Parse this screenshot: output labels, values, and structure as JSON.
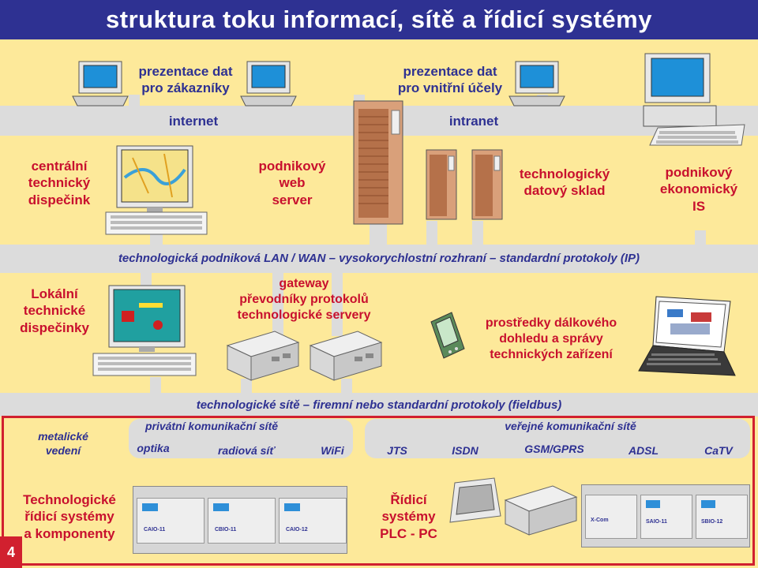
{
  "title": "struktura toku informací, sítě a řídicí systémy",
  "page_number": "4",
  "row1": {
    "customers": [
      "prezentace dat",
      "pro zákazníky"
    ],
    "internal": [
      "prezentace dat",
      "pro vnitřní účely"
    ],
    "internet": "internet",
    "intranet": "intranet"
  },
  "row2": {
    "dispatch": [
      "centrální",
      "technický",
      "dispečink"
    ],
    "web_server": [
      "podnikový",
      "web",
      "server"
    ],
    "data_store": [
      "technologický",
      "datový sklad"
    ],
    "econ_is": [
      "podnikový",
      "ekonomický",
      "IS"
    ]
  },
  "lan_label": "technologická podniková LAN / WAN  –  vysokorychlostní rozhraní  –  standardní protokoly (IP)",
  "row3": {
    "local": [
      "Lokální",
      "technické",
      "dispečinky"
    ],
    "gateway": [
      "gateway",
      "převodníky protokolů",
      "technologické servery"
    ],
    "remote": [
      "prostředky dálkového",
      "dohledu a správy",
      "technických zařízení"
    ]
  },
  "fieldbus_label": "technologické sítě  –  firemní nebo standardní protokoly (fieldbus)",
  "networks": {
    "metal": [
      "metalické",
      "vedení"
    ],
    "private_title": "privátní komunikační sítě",
    "public_title": "veřejné komunikační sítě",
    "private": [
      "optika",
      "radiová síť",
      "WiFi"
    ],
    "public": [
      "JTS",
      "ISDN",
      "GSM/GPRS",
      "ADSL",
      "CaTV"
    ]
  },
  "bottom": {
    "left": [
      "Technologické",
      "řídicí systémy",
      "a komponenty"
    ],
    "middle": [
      "Řídicí",
      "systémy",
      "PLC - PC"
    ],
    "modules_left": [
      "CAIO-11",
      "CBIO-11",
      "CAIO-12"
    ],
    "modules_right": [
      "X-Com",
      "SAIO-11",
      "SBIO-12"
    ]
  },
  "colors": {
    "navy": "#2e3192",
    "red": "#c8102e",
    "background": "#fde99a",
    "bus": "#dcdcdc"
  }
}
